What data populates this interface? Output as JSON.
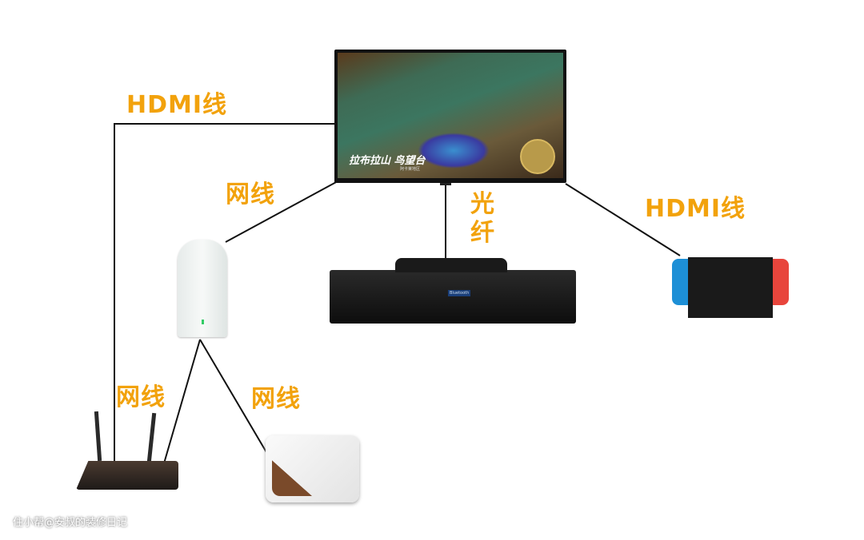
{
  "labels": {
    "hdmi_left": "HDMI线",
    "net_tv": "网线",
    "fiber": "光\n纤",
    "hdmi_right": "HDMI线",
    "net_router": "网线",
    "net_nas": "网线"
  },
  "tv": {
    "location_title": "拉布拉山 鸟望台",
    "subtitle": "阿卡莱地区"
  },
  "soundbar": {
    "brand": "Bluetooth"
  },
  "watermark": "住小帮@安叔的装修日记",
  "colors": {
    "label": "#f2a20c",
    "wire": "#111111"
  }
}
